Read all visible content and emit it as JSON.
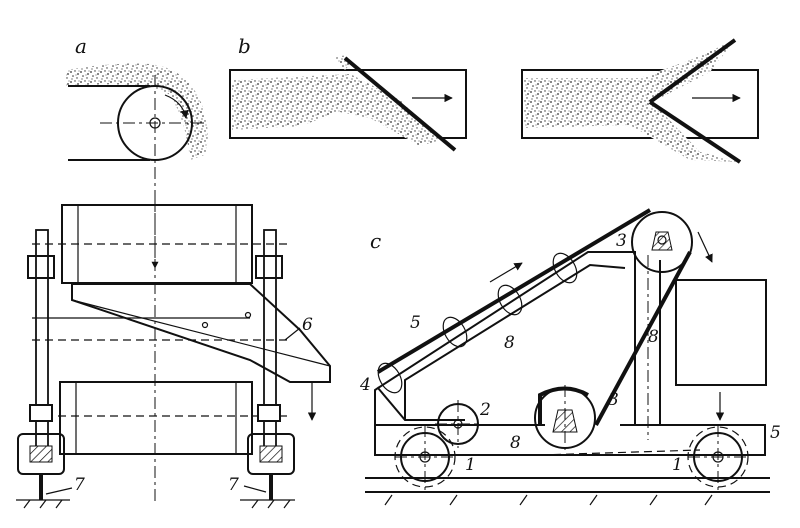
{
  "labels": {
    "panel_a": "a",
    "panel_b": "b",
    "panel_c": "c",
    "part_1_left": "1",
    "part_1_right": "1",
    "part_2": "2",
    "part_3_top": "3",
    "part_3_bottom": "3",
    "part_4": "4",
    "part_5_belt": "5",
    "part_5_floor": "5",
    "part_6": "6",
    "part_7_left": "7",
    "part_7_right": "7",
    "part_8_belt": "8",
    "part_8_frame": "8",
    "part_8_post": "8"
  },
  "colors": {
    "ink": "#111111",
    "background": "#ffffff",
    "material": "#555555"
  }
}
